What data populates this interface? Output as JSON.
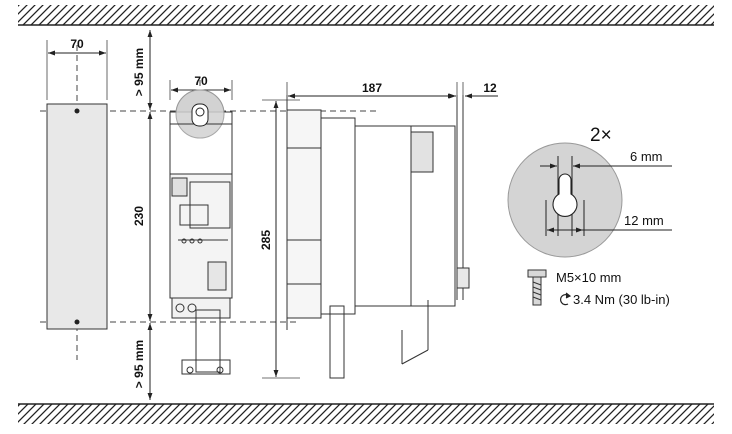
{
  "dimensions": {
    "plate_width": "70",
    "device_width": "70",
    "clearance_top": "> 95 mm",
    "clearance_bottom": "> 95 mm",
    "hole_spacing": "230",
    "height": "285",
    "depth": "187",
    "rail_offset": "12"
  },
  "detail": {
    "quantity": "2×",
    "slot_width": "6 mm",
    "slot_length": "12 mm"
  },
  "screw": {
    "size": "M5×10 mm",
    "torque": "3.4 Nm (30 lb-in)"
  },
  "icons": [
    "screw-icon",
    "torque-icon"
  ]
}
